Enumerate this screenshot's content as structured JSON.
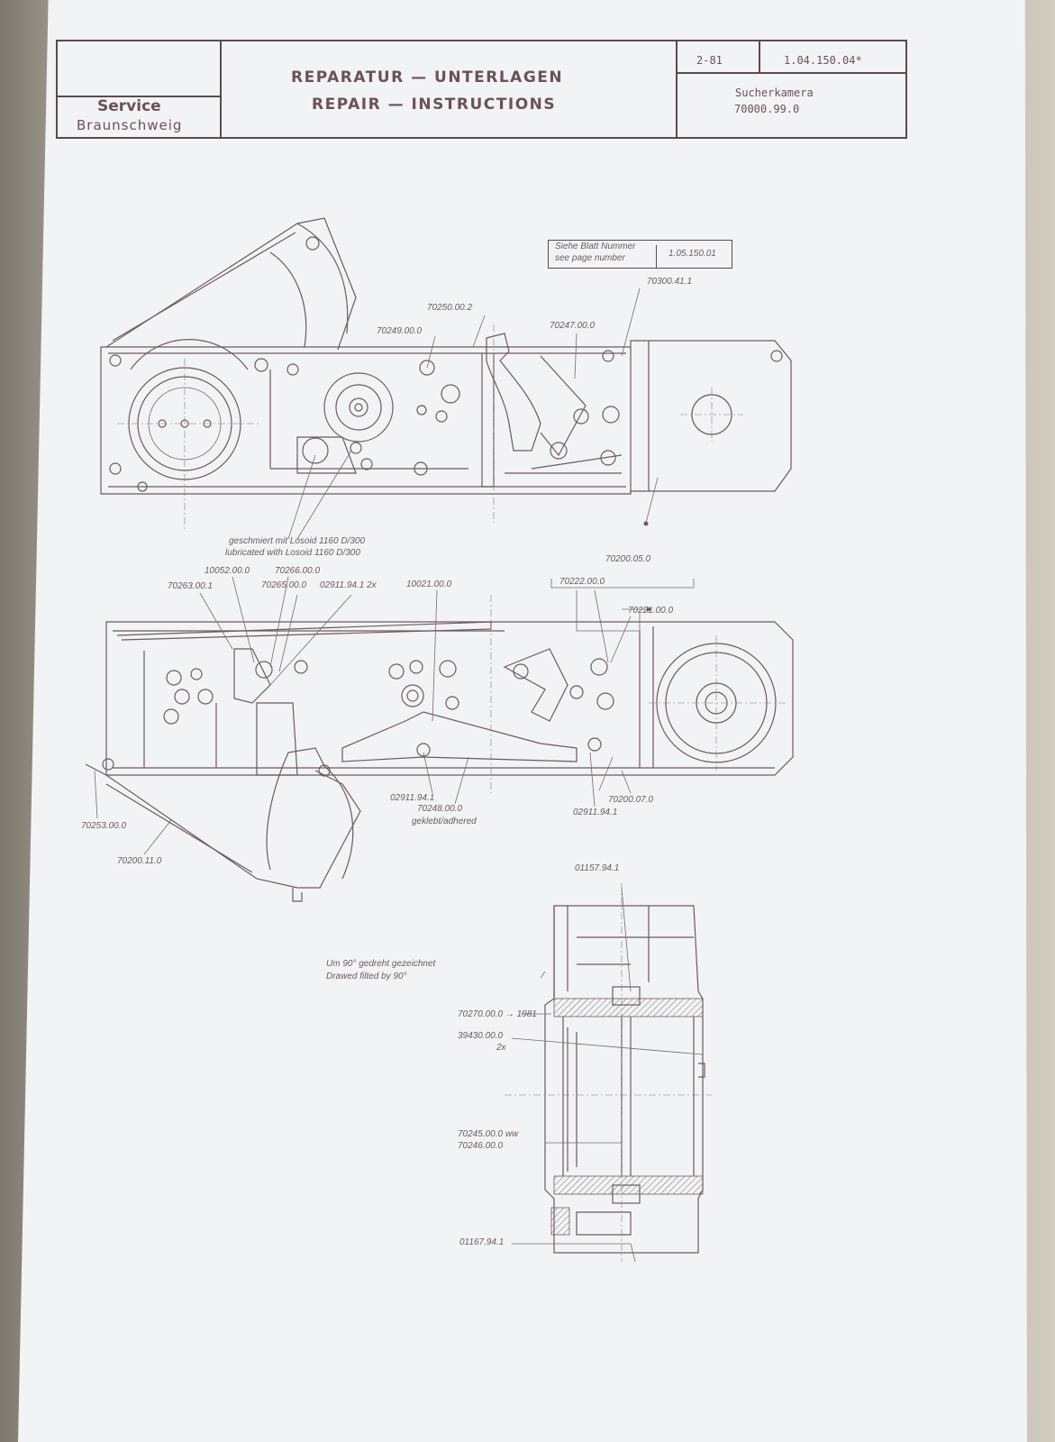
{
  "header": {
    "service": "Service",
    "location": "Braunschweig",
    "title_de": "REPARATUR — UNTERLAGEN",
    "title_en": "REPAIR — INSTRUCTIONS",
    "date": "2-81",
    "doc_number": "1.04.150.04*",
    "product_name": "Sucherkamera",
    "product_number": "70000.99.0"
  },
  "refbox": {
    "line1": "Siehe Blatt Nummer",
    "line2": "see page number",
    "number": "1.05.150.01"
  },
  "top_view": {
    "labels": [
      "70300.41.1",
      "70250.00.2",
      "70249.00.0",
      "70247.00.0"
    ],
    "lube_de": "geschmiert mit Losoid 1160 D/300",
    "lube_en": "lubricated with Losoid 1160 D/300"
  },
  "middle_view": {
    "labels": [
      "10052.00.0",
      "70266.00.0",
      "70263.00.1",
      "70265.00.0",
      "02911.94.1 2x",
      "10021.00.0",
      "70200.05.0",
      "70222.00.0",
      "70221.00.0",
      "02911.94.1",
      "70248.00.0",
      "70200.07.0",
      "02911.94.1",
      "70253.00.0",
      "70200.11.0"
    ],
    "adhered": "geklebt/adhered"
  },
  "bottom_view": {
    "top_label": "01157.94.1",
    "note_de": "Um 90° gedreht gezeichnet",
    "note_en": "Drawed filted by 90°",
    "labels": [
      "70270.00.0 → 1981",
      "39430.00.0",
      "2x",
      "70245.00.0 ww",
      "70246.00.0",
      "01167.94.1"
    ]
  }
}
